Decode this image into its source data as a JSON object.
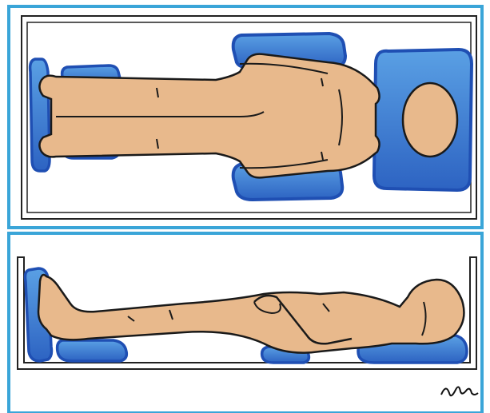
{
  "figure": {
    "panels": [
      {
        "view": "top",
        "title": ""
      },
      {
        "view": "side",
        "title": ""
      }
    ],
    "signature_text": "Ardyp"
  },
  "colors": {
    "frame_border": "#3aa5d8",
    "cushion_light": "#4b8fd6",
    "cushion_dark": "#1f4fb3",
    "skin": "#e8b98c",
    "outline": "#1a1a1a",
    "background": "#ffffff"
  },
  "icons": {
    "signature": "artist-signature-icon"
  }
}
